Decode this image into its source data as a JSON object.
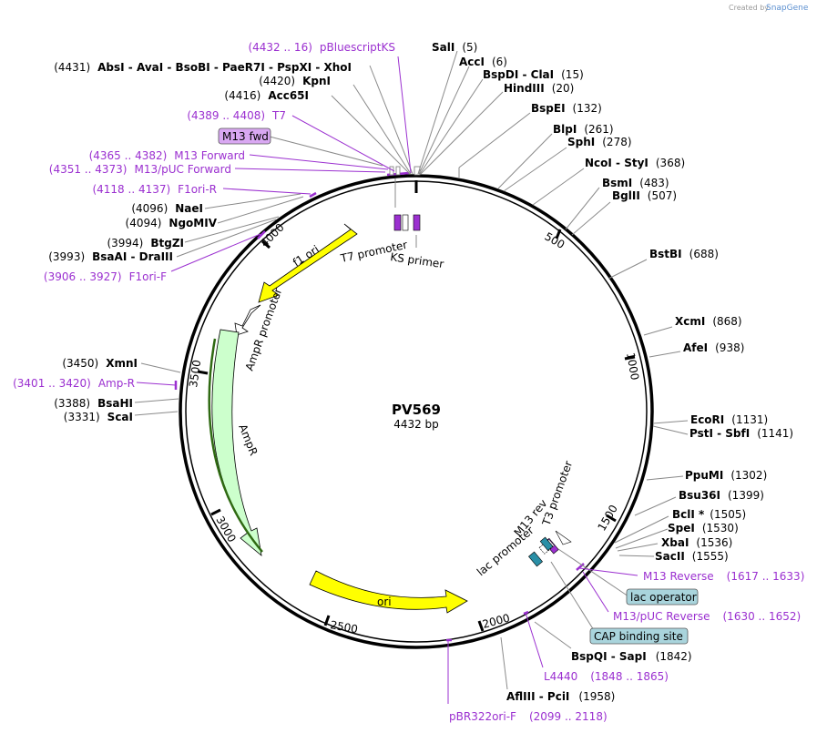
{
  "credit": {
    "prefix": "Created by",
    "brand": "SnapGene"
  },
  "plasmid": {
    "name": "PV569",
    "length": "4432 bp"
  },
  "ticks": [
    "500",
    "1000",
    "1500",
    "2000",
    "2500",
    "3000",
    "3500",
    "4000"
  ],
  "features": {
    "f1_ori": "f1 ori",
    "ampr_promoter": "AmpR promoter",
    "ampr": "AmpR",
    "ori": "ori",
    "t7_promoter": "T7 promoter",
    "ks_primer": "KS primer",
    "m13_rev": "M13 rev",
    "t3_promoter": "T3 promoter",
    "lac_promoter": "lac promoter"
  },
  "sites": {
    "sali": {
      "name": "SalI",
      "pos": "(5)"
    },
    "acci": {
      "name": "AccI",
      "pos": "(6)"
    },
    "bspdi_clai": {
      "name": "BspDI  - ClaI",
      "pos": "(15)"
    },
    "hindiii": {
      "name": "HindIII",
      "pos": "(20)"
    },
    "bspei": {
      "name": "BspEI",
      "pos": "(132)"
    },
    "blpi": {
      "name": "BlpI",
      "pos": "(261)"
    },
    "sphi": {
      "name": "SphI",
      "pos": "(278)"
    },
    "ncoi_styi": {
      "name": "NcoI  - StyI",
      "pos": "(368)"
    },
    "bsmi": {
      "name": "BsmI",
      "pos": "(483)"
    },
    "bglii": {
      "name": "BglII",
      "pos": "(507)"
    },
    "bstbi": {
      "name": "BstBI",
      "pos": "(688)"
    },
    "xcmi": {
      "name": "XcmI",
      "pos": "(868)"
    },
    "afei": {
      "name": "AfeI",
      "pos": "(938)"
    },
    "ecori": {
      "name": "EcoRI",
      "pos": "(1131)"
    },
    "psti_sbfi": {
      "name": "PstI  - SbfI",
      "pos": "(1141)"
    },
    "ppumi": {
      "name": "PpuMI",
      "pos": "(1302)"
    },
    "bsu36i": {
      "name": "Bsu36I",
      "pos": "(1399)"
    },
    "bcli": {
      "name": "BclI *",
      "pos": "(1505)"
    },
    "spei": {
      "name": "SpeI",
      "pos": "(1530)"
    },
    "xbai": {
      "name": "XbaI",
      "pos": "(1536)"
    },
    "sacii": {
      "name": "SacII",
      "pos": "(1555)"
    },
    "bspqi_sapi": {
      "name": "BspQI  - SapI",
      "pos": "(1842)"
    },
    "afliii_pcii": {
      "name": "AflIII  - PciI",
      "pos": "(1958)"
    },
    "absi_group": {
      "name": "AbsI  - AvaI  - BsoBI  - PaeR7I  - PspXI  - XhoI",
      "pos": "(4431)"
    },
    "kpni": {
      "name": "KpnI",
      "pos": "(4420)"
    },
    "acc65i": {
      "name": "Acc65I",
      "pos": "(4416)"
    },
    "naei": {
      "name": "NaeI",
      "pos": "(4096)"
    },
    "ngomiv": {
      "name": "NgoMIV",
      "pos": "(4094)"
    },
    "btgzi": {
      "name": "BtgZI",
      "pos": "(3994)"
    },
    "bsaai_draiii": {
      "name": "BsaAI  - DraIII",
      "pos": "(3993)"
    },
    "xmni": {
      "name": "XmnI",
      "pos": "(3450)"
    },
    "bsahi": {
      "name": "BsaHI",
      "pos": "(3388)"
    },
    "scai": {
      "name": "ScaI",
      "pos": "(3331)"
    }
  },
  "primers": {
    "pbluescriptks": {
      "range": "(4432 .. 16)",
      "name": "pBluescriptKS"
    },
    "t7": {
      "range": "(4389 .. 4408)",
      "name": "T7"
    },
    "m13_forward": {
      "range": "(4365 .. 4382)",
      "name": "M13 Forward"
    },
    "m13_puc_forward": {
      "range": "(4351 .. 4373)",
      "name": "M13/pUC Forward"
    },
    "f1ori_r": {
      "range": "(4118 .. 4137)",
      "name": "F1ori-R"
    },
    "f1ori_f": {
      "range": "(3906 .. 3927)",
      "name": "F1ori-F"
    },
    "amp_r": {
      "range": "(3401 .. 3420)",
      "name": "Amp-R"
    },
    "m13_reverse": {
      "name": "M13 Reverse",
      "range": "(1617 .. 1633)"
    },
    "m13_puc_reverse": {
      "name": "M13/pUC Reverse",
      "range": "(1630 .. 1652)"
    },
    "l4440": {
      "name": "L4440",
      "range": "(1848 .. 1865)"
    },
    "pbr322ori_f": {
      "name": "pBR322ori-F",
      "range": "(2099 .. 2118)"
    }
  },
  "boxes": {
    "m13_fwd": "M13 fwd",
    "lac_operator": "lac operator",
    "cap_site": "CAP binding site"
  },
  "colors": {
    "yellow": "#ffff00",
    "ampr_green": "#ccffcc",
    "primer_purple": "#9b30d0",
    "box_purple": "#d9a8f2",
    "box_teal": "#a9d4dc",
    "teal_mark": "#2a8fa6"
  }
}
